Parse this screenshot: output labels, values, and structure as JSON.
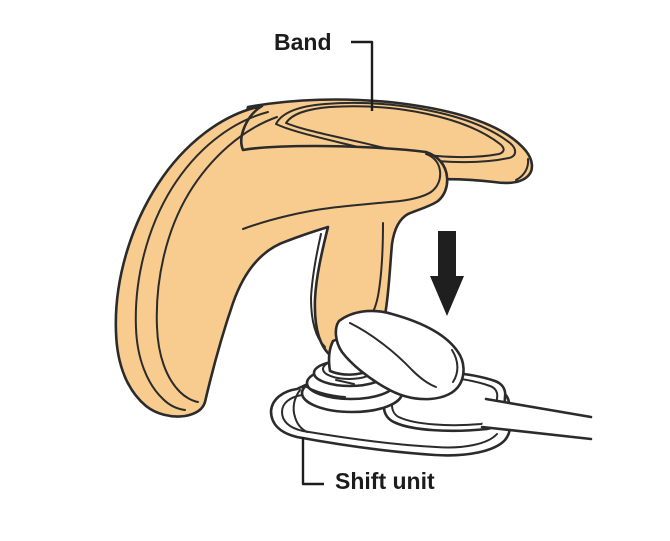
{
  "diagram": {
    "labels": {
      "band": "Band",
      "shift_unit": "Shift unit"
    },
    "arrow": {
      "name": "down-arrow",
      "direction": "down"
    },
    "colors": {
      "band_fill": "#F8CB8E",
      "unit_fill": "#FFFFFF",
      "outline": "#2B2B2B",
      "arrow": "#1F1F1F",
      "label_text": "#1C1C1C",
      "background": "#FFFFFF"
    }
  }
}
